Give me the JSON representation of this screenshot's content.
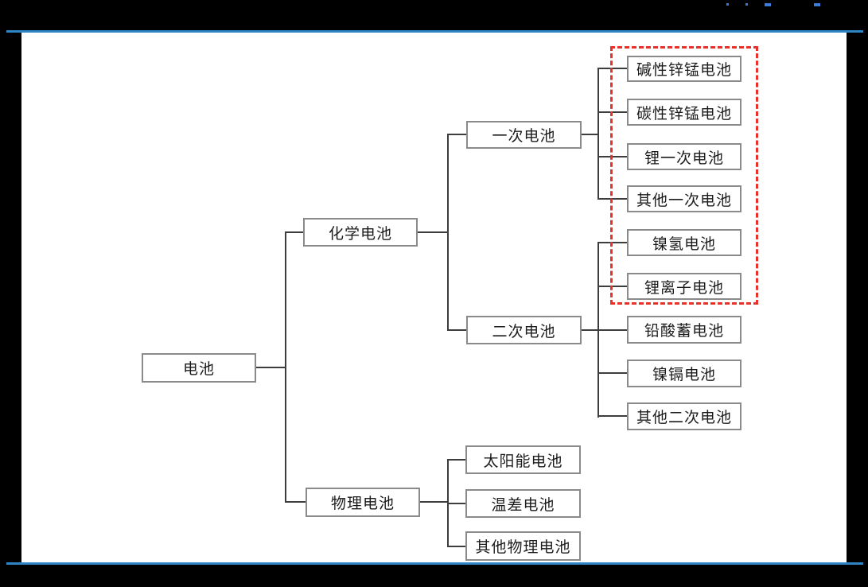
{
  "page": {
    "background_color": "#000000",
    "canvas_color": "#ffffff",
    "accent_line_color": "#2e86c4",
    "highlight_box_color": "#e8312b",
    "box_border_color": "#8a8a8a",
    "connector_color": "#3d3d3d"
  },
  "tree": {
    "root": "电池",
    "chemical": "化学电池",
    "physical": "物理电池",
    "primary": "一次电池",
    "secondary": "二次电池",
    "primary_children": [
      "碱性锌锰电池",
      "碳性锌锰电池",
      "锂一次电池",
      "其他一次电池"
    ],
    "secondary_children": [
      "镍氢电池",
      "锂离子电池",
      "铅酸蓄电池",
      "镍镉电池",
      "其他二次电池"
    ],
    "physical_children": [
      "太阳能电池",
      "温差电池",
      "其他物理电池"
    ]
  }
}
